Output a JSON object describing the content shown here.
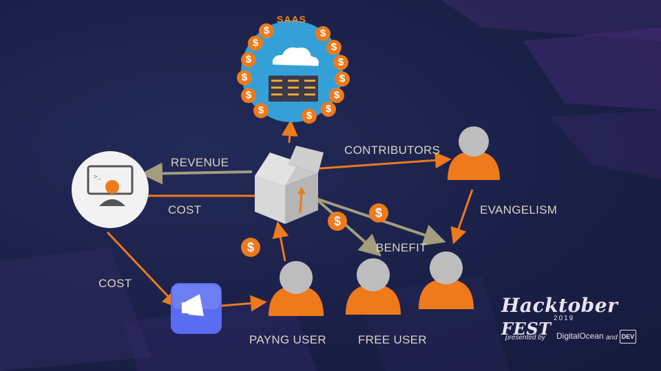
{
  "nodes": {
    "saas": "SAAS",
    "revenue": "REVENUE",
    "cost_top": "COST",
    "cost_left": "COST",
    "contributors": "CONTRIBUTORS",
    "evangelism": "EVANGELISM",
    "benefit": "BENEFIT",
    "paying_user": "PAYNG USER",
    "free_user": "FREE USER"
  },
  "coin_symbol": "$",
  "logo": {
    "title": "Hacktober",
    "title2": "FEST",
    "year": "2019",
    "presented": "presented by",
    "sponsor1": "DigitalOcean",
    "and": "and",
    "sponsor2": "DEV"
  },
  "colors": {
    "background": "#1c2148",
    "accent_orange": "#ee7a1c",
    "arrow_olive": "#a29e7e",
    "cloud_blue": "#35a0d8",
    "label": "#d9d6c4",
    "person_head": "#b8b8b8"
  }
}
